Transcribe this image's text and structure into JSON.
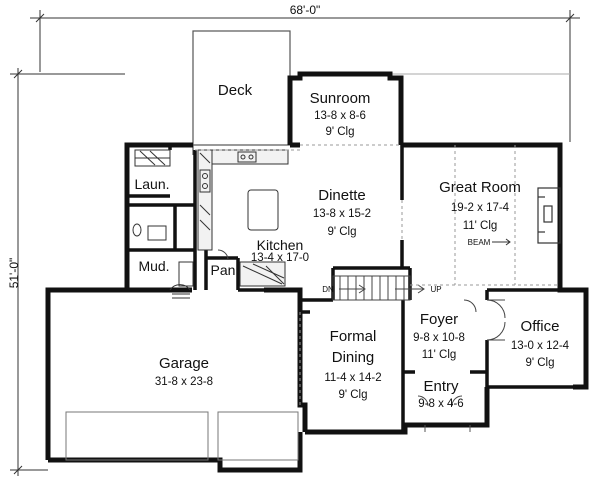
{
  "overall": {
    "width_label": "68'-0\"",
    "depth_label": "51'-0\""
  },
  "rooms": {
    "deck": {
      "name": "Deck"
    },
    "sunroom": {
      "name": "Sunroom",
      "size": "13-8 x 8-6",
      "ceiling": "9' Clg"
    },
    "laundry": {
      "name": "Laun."
    },
    "dinette": {
      "name": "Dinette",
      "size": "13-8 x 15-2",
      "ceiling": "9' Clg"
    },
    "kitchen": {
      "name": "Kitchen",
      "size": "13-4 x 17-0"
    },
    "great_room": {
      "name": "Great Room",
      "size": "19-2 x 17-4",
      "ceiling": "11' Clg",
      "beam": "BEAM"
    },
    "mud": {
      "name": "Mud."
    },
    "pantry": {
      "name": "Pan"
    },
    "stairs": {
      "down": "DN",
      "up": "UP"
    },
    "garage": {
      "name": "Garage",
      "size": "31-8 x 23-8"
    },
    "formal_dining": {
      "name_line1": "Formal",
      "name_line2": "Dining",
      "size": "11-4 x 14-2",
      "ceiling": "9' Clg"
    },
    "foyer": {
      "name": "Foyer",
      "size": "9-8 x 10-8",
      "ceiling": "11' Clg"
    },
    "office": {
      "name": "Office",
      "size": "13-0 x 12-4",
      "ceiling": "9' Clg"
    },
    "entry": {
      "name": "Entry",
      "size": "9-8 x 4-6"
    }
  }
}
